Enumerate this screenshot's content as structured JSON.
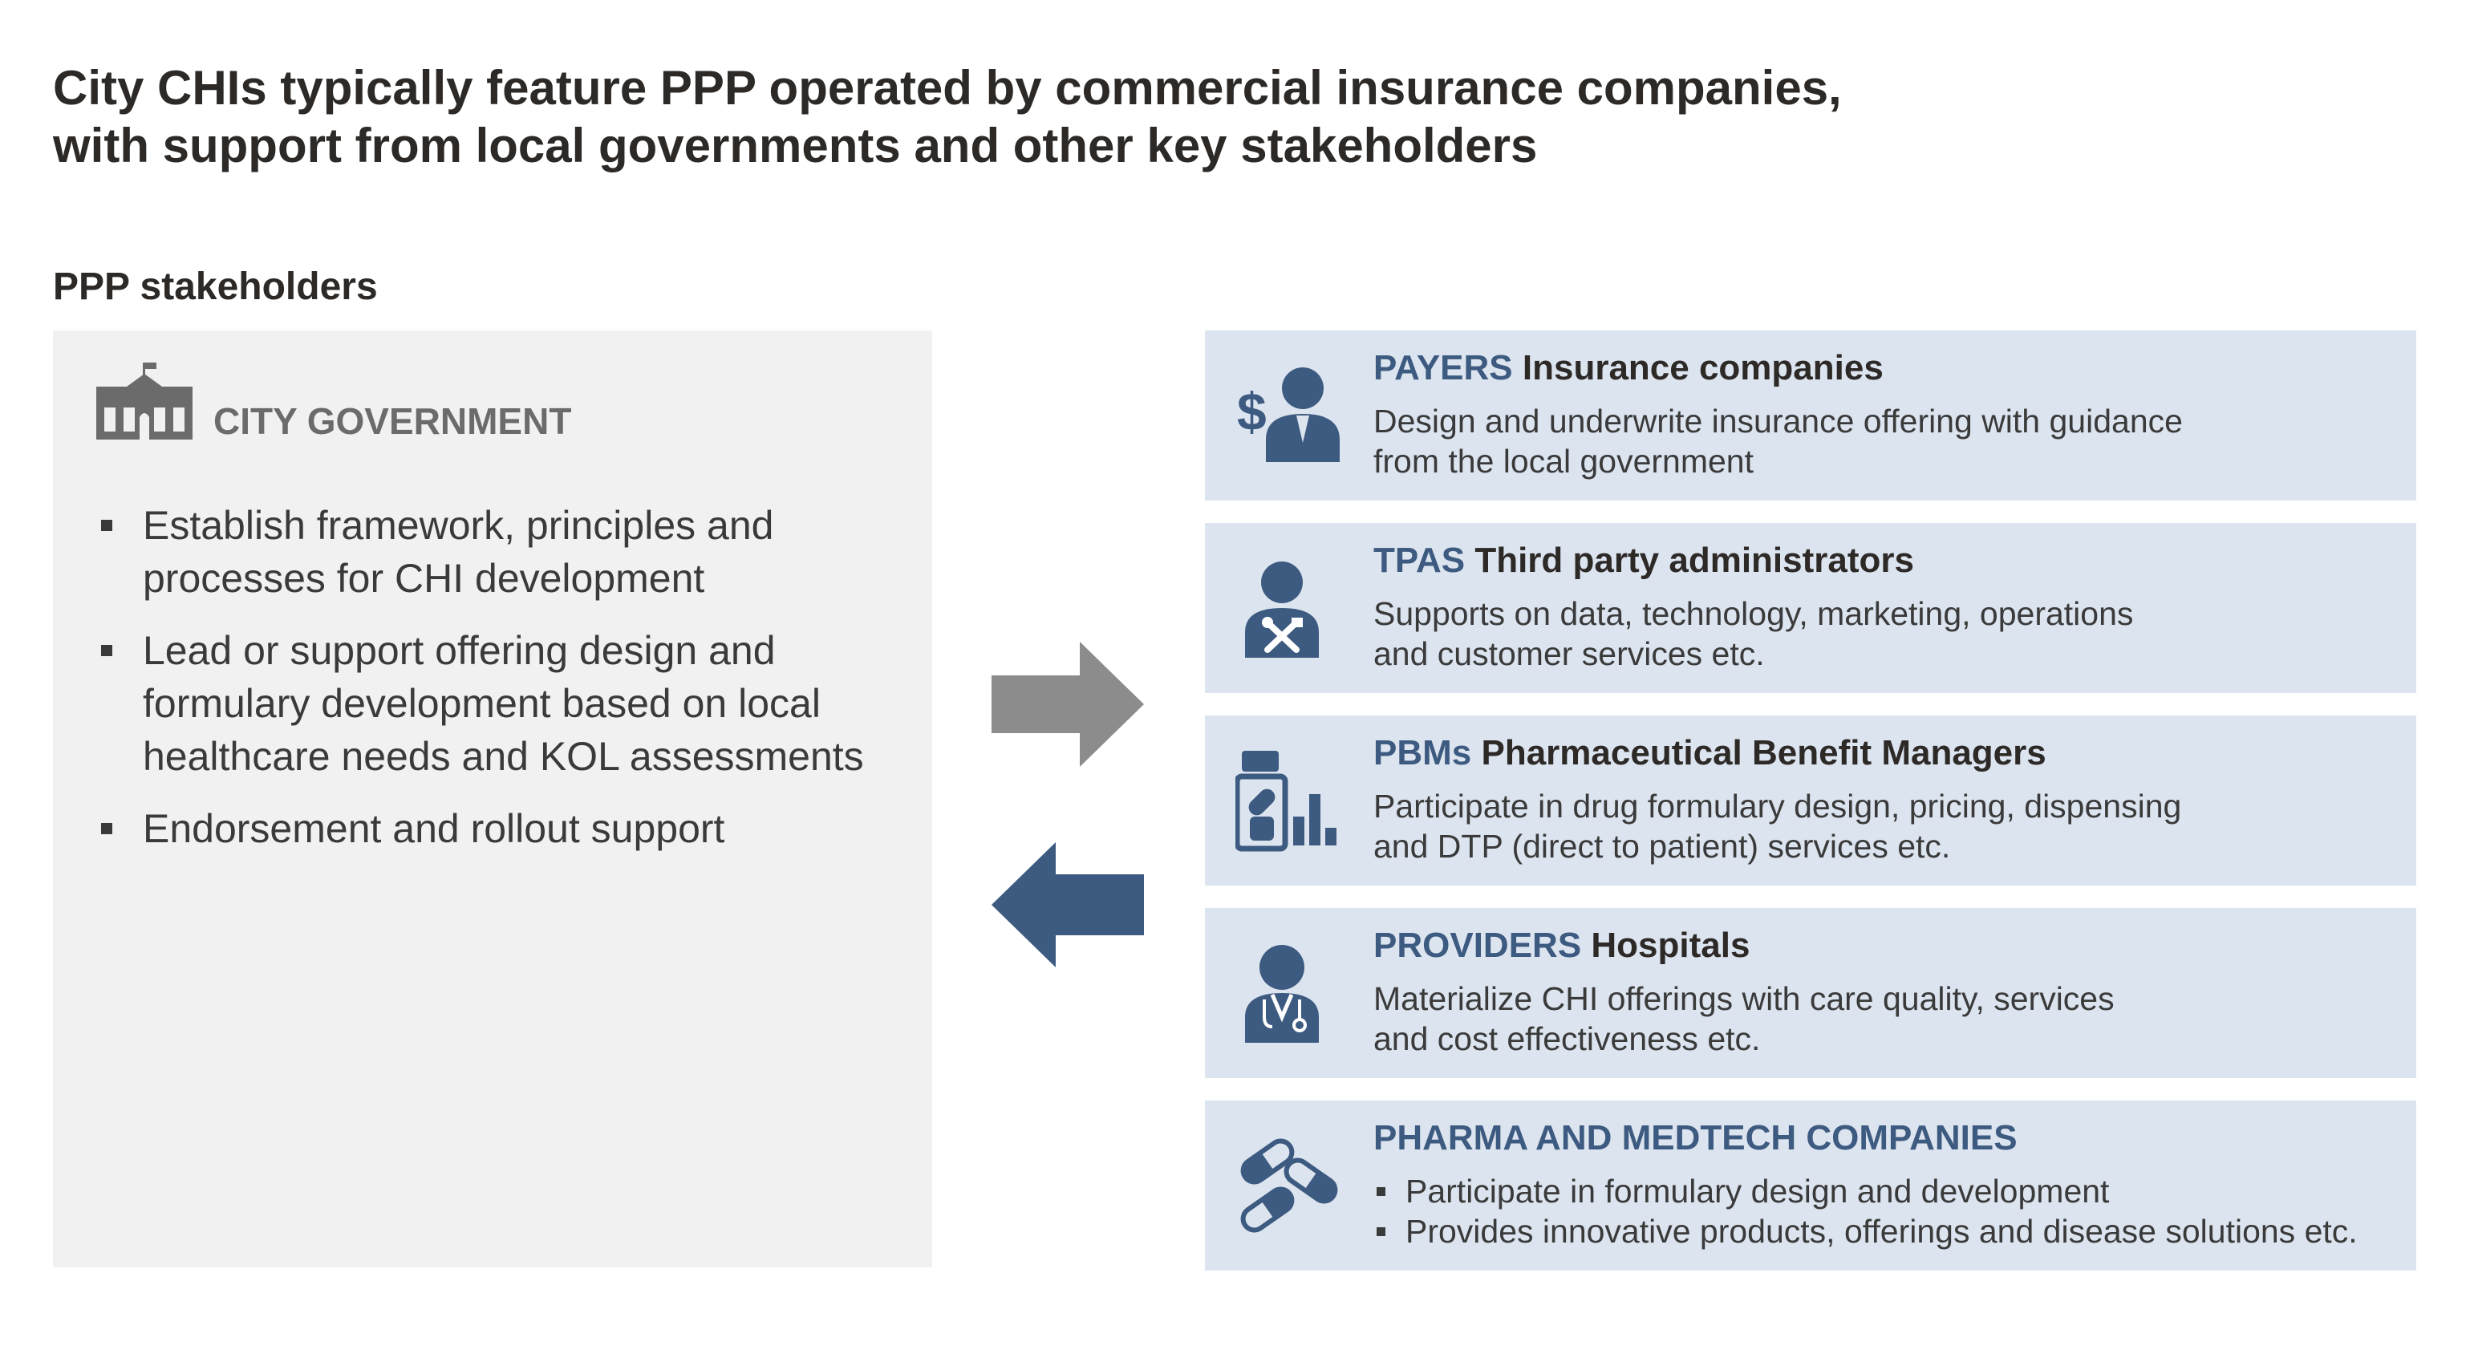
{
  "title": {
    "line1": "City CHIs typically feature PPP operated by commercial insurance companies,",
    "line2": "with support from local governments and other key stakeholders"
  },
  "subtitle": "PPP stakeholders",
  "city_government": {
    "icon": "government-building-icon",
    "label": "CITY GOVERNMENT",
    "bullets": [
      "Establish framework, principles and processes for CHI development",
      "Lead or support offering design and formulary development based on local healthcare needs and KOL assessments",
      "Endorsement and rollout support"
    ]
  },
  "arrows": {
    "right_color": "#8c8c8c",
    "left_color": "#3d5a80"
  },
  "stakeholders": [
    {
      "icon": "payer-person-dollar-icon",
      "tag": "PAYERS",
      "name": "Insurance companies",
      "desc_line1": "Design and underwrite insurance offering with guidance",
      "desc_line2": "from the local government"
    },
    {
      "icon": "administrator-tools-icon",
      "tag": "TPAS",
      "name": "Third party administrators",
      "desc_line1": "Supports on data, technology, marketing, operations",
      "desc_line2": "and customer services etc."
    },
    {
      "icon": "pharmacy-medicine-chart-icon",
      "tag": "PBMs",
      "name": "Pharmaceutical Benefit Managers",
      "desc_line1": "Participate in drug formulary design, pricing, dispensing",
      "desc_line2": "and DTP (direct to patient) services etc."
    },
    {
      "icon": "doctor-stethoscope-icon",
      "tag": "PROVIDERS",
      "name": "Hospitals",
      "desc_line1": "Materialize CHI offerings with care quality, services",
      "desc_line2": "and cost effectiveness etc."
    },
    {
      "icon": "pills-capsules-icon",
      "tag": "PHARMA AND MEDTECH COMPANIES",
      "name": "",
      "bullets": [
        "Participate in formulary design and development",
        "Provides innovative products, offerings and disease solutions etc."
      ]
    }
  ],
  "colors": {
    "accent": "#3d5a80",
    "stakeholder_bg": "#dce4ef",
    "panel_bg": "#f1f1f1",
    "gov_gray": "#6b6b6b"
  }
}
